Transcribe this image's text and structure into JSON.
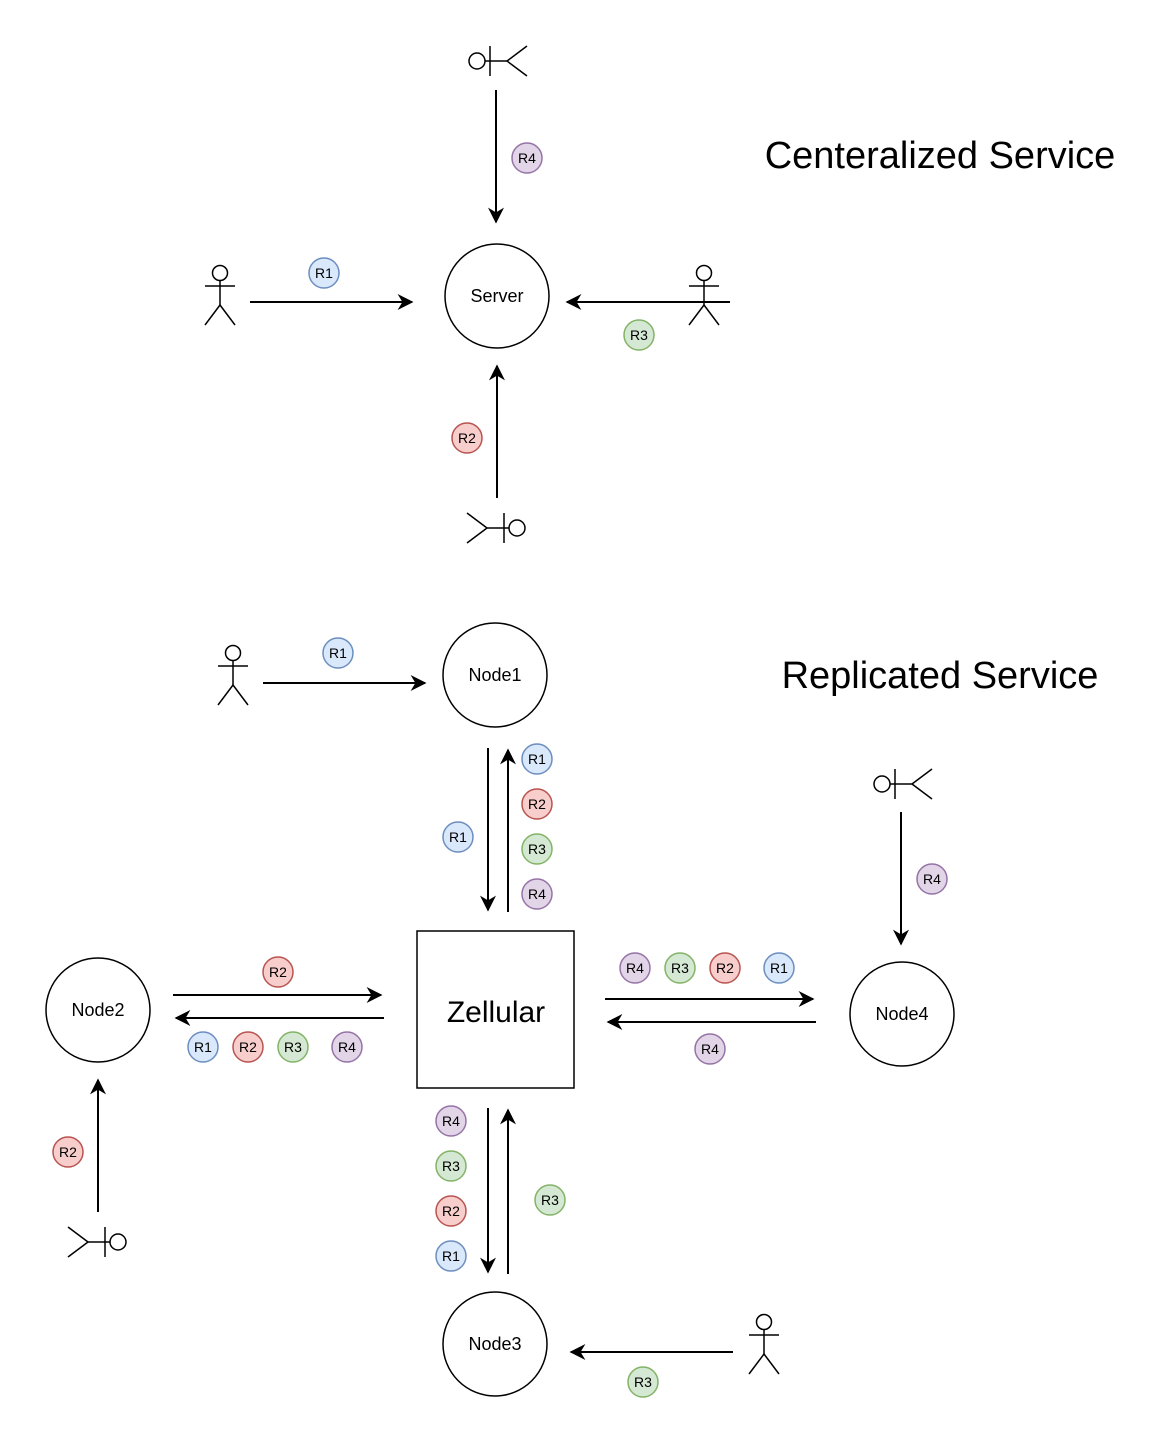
{
  "centralized": {
    "title": "Centeralized Service",
    "server_label": "Server"
  },
  "replicated": {
    "title": "Replicated Service",
    "hub_label": "Zellular",
    "node1_label": "Node1",
    "node2_label": "Node2",
    "node3_label": "Node3",
    "node4_label": "Node4"
  },
  "requests": {
    "r1": "R1",
    "r2": "R2",
    "r3": "R3",
    "r4": "R4"
  },
  "colors": {
    "r1": {
      "fill": "#dae8fc",
      "stroke": "#6c8ebf"
    },
    "r2": {
      "fill": "#f8cecc",
      "stroke": "#b85450"
    },
    "r3": {
      "fill": "#d5e8d4",
      "stroke": "#82b366"
    },
    "r4": {
      "fill": "#e1d5e7",
      "stroke": "#9673a6"
    }
  }
}
